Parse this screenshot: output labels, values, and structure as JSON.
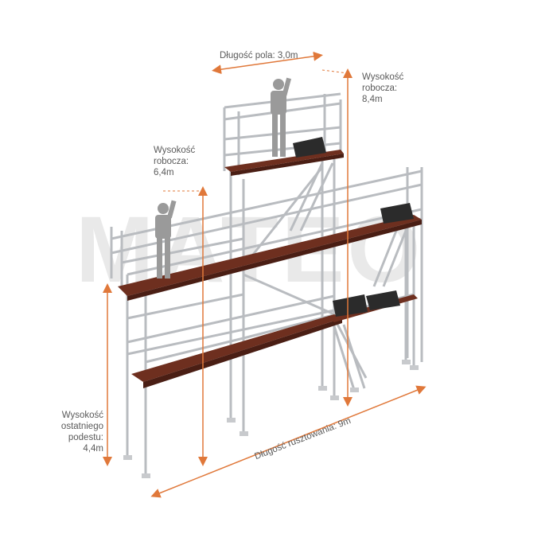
{
  "watermark": "MATEO",
  "labels": {
    "field_length": "Długość pola: 3,0m",
    "work_height_top": [
      "Wysokość",
      "robocza:",
      "8,4m"
    ],
    "work_height_mid": [
      "Wysokość",
      "robocza:",
      "6,4m"
    ],
    "last_deck_height": [
      "Wysokość",
      "ostatniego",
      "podestu:",
      "4,4m"
    ],
    "scaffold_length": "Długość rusztowania: 9m"
  },
  "colors": {
    "dimension": "#e0783a",
    "frame": "#b9bcc0",
    "deck": "#6e2f1f",
    "person": "#9a9a9a",
    "text": "#5a5a5a"
  }
}
